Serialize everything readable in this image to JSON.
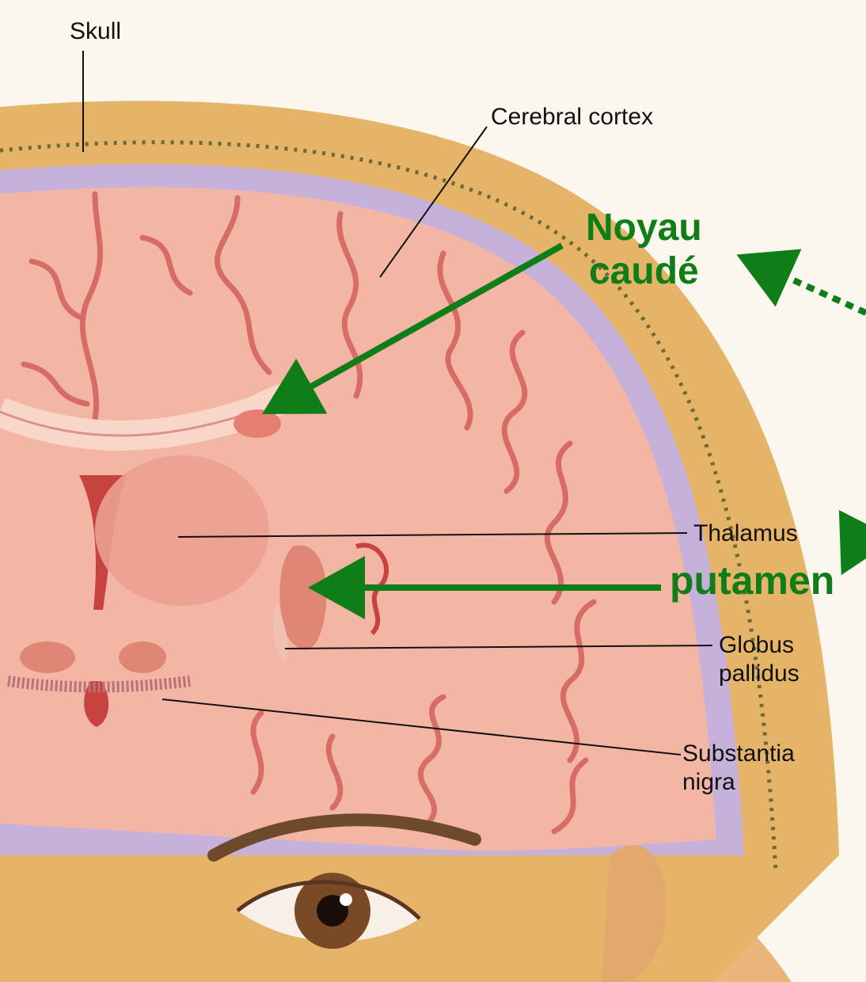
{
  "labels": {
    "skull": "Skull",
    "cerebral_cortex": "Cerebral cortex",
    "thalamus": "Thalamus",
    "globus_line1": "Globus",
    "globus_line2": "pallidus",
    "substantia_line1": "Substantia",
    "substantia_line2": "nigra"
  },
  "annotations": {
    "noyau_line1": "Noyau",
    "noyau_line2": "caudé",
    "putamen": "putamen"
  },
  "colors": {
    "annotation_green": "#0f7d18",
    "skull_bone": "#e8b96a",
    "brain_tissue": "#f5b3a3",
    "membrane": "#b9a6d6",
    "background": "#fbf7ee"
  }
}
